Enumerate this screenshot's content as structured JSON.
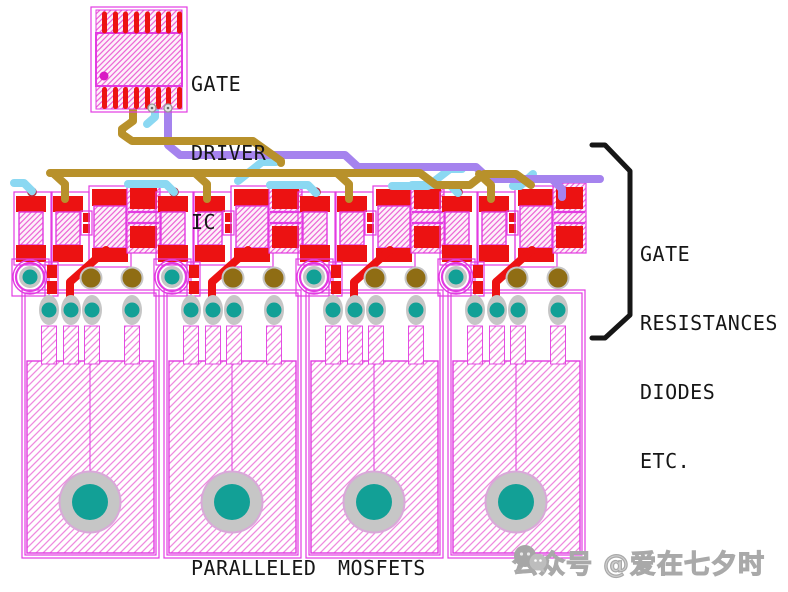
{
  "labels": {
    "ic": {
      "lines": [
        "GATE",
        "DRIVER",
        "IC"
      ]
    },
    "right": {
      "lines": [
        "GATE",
        "RESISTANCES",
        "DIODES",
        "ETC."
      ]
    },
    "bottom": "PARALLELED MOSFETS",
    "watermark": "公众号 @爱在七夕时"
  },
  "icons": {
    "watermark_icon": "wechat-icon"
  },
  "colors": {
    "magenta": "#E23BE2",
    "hatch_pink": "#EC6AD6",
    "hatch_bg": "#FDF1FA",
    "hatch_light": "#EF8ADF",
    "red": "#EC1212",
    "olive": "#B8912B",
    "olive_dark": "#8F6D14",
    "purple": "#A583EE",
    "cyan": "#8BD8F2",
    "teal": "#12A096",
    "pad_gray": "#C6C6C6",
    "annotation_black": "#161616",
    "watermark_gray": "#A9A9A9"
  },
  "board": {
    "gate_driver_ic_count": 1,
    "resistor_diode_groups": 4,
    "paralleled_mosfets": 4
  }
}
